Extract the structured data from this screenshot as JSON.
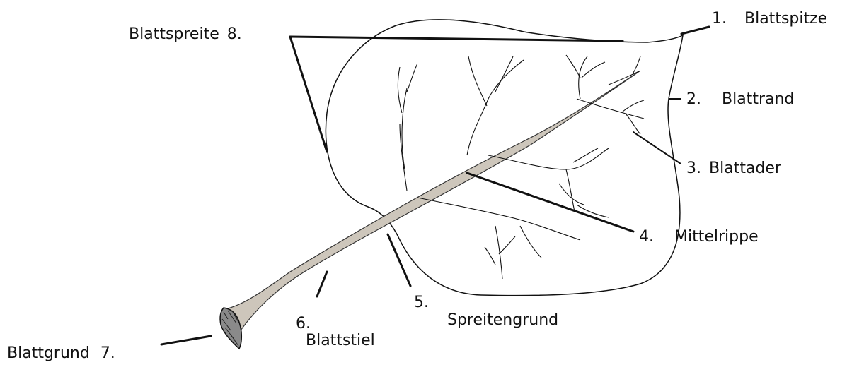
{
  "labels": {
    "blattspitze": {
      "num": "1.",
      "text": "Blattspitze"
    },
    "blattrand": {
      "num": "2.",
      "text": "Blattrand"
    },
    "blattader": {
      "num": "3.",
      "text": "Blattader"
    },
    "mittelrippe": {
      "num": "4.",
      "text": "Mittelrippe"
    },
    "spreitengrund": {
      "num": "5.",
      "text": "Spreitengrund"
    },
    "blattstiel": {
      "num": "6.",
      "text": "Blattstiel"
    },
    "blattgrund": {
      "num": "7.",
      "text": "Blattgrund"
    },
    "blattspreite": {
      "num": "8.",
      "text": "Blattspreite"
    }
  },
  "colors": {
    "ink": "#111111",
    "stem_fill": "#cdc6bb",
    "base_fill": "#8a8a8a"
  }
}
